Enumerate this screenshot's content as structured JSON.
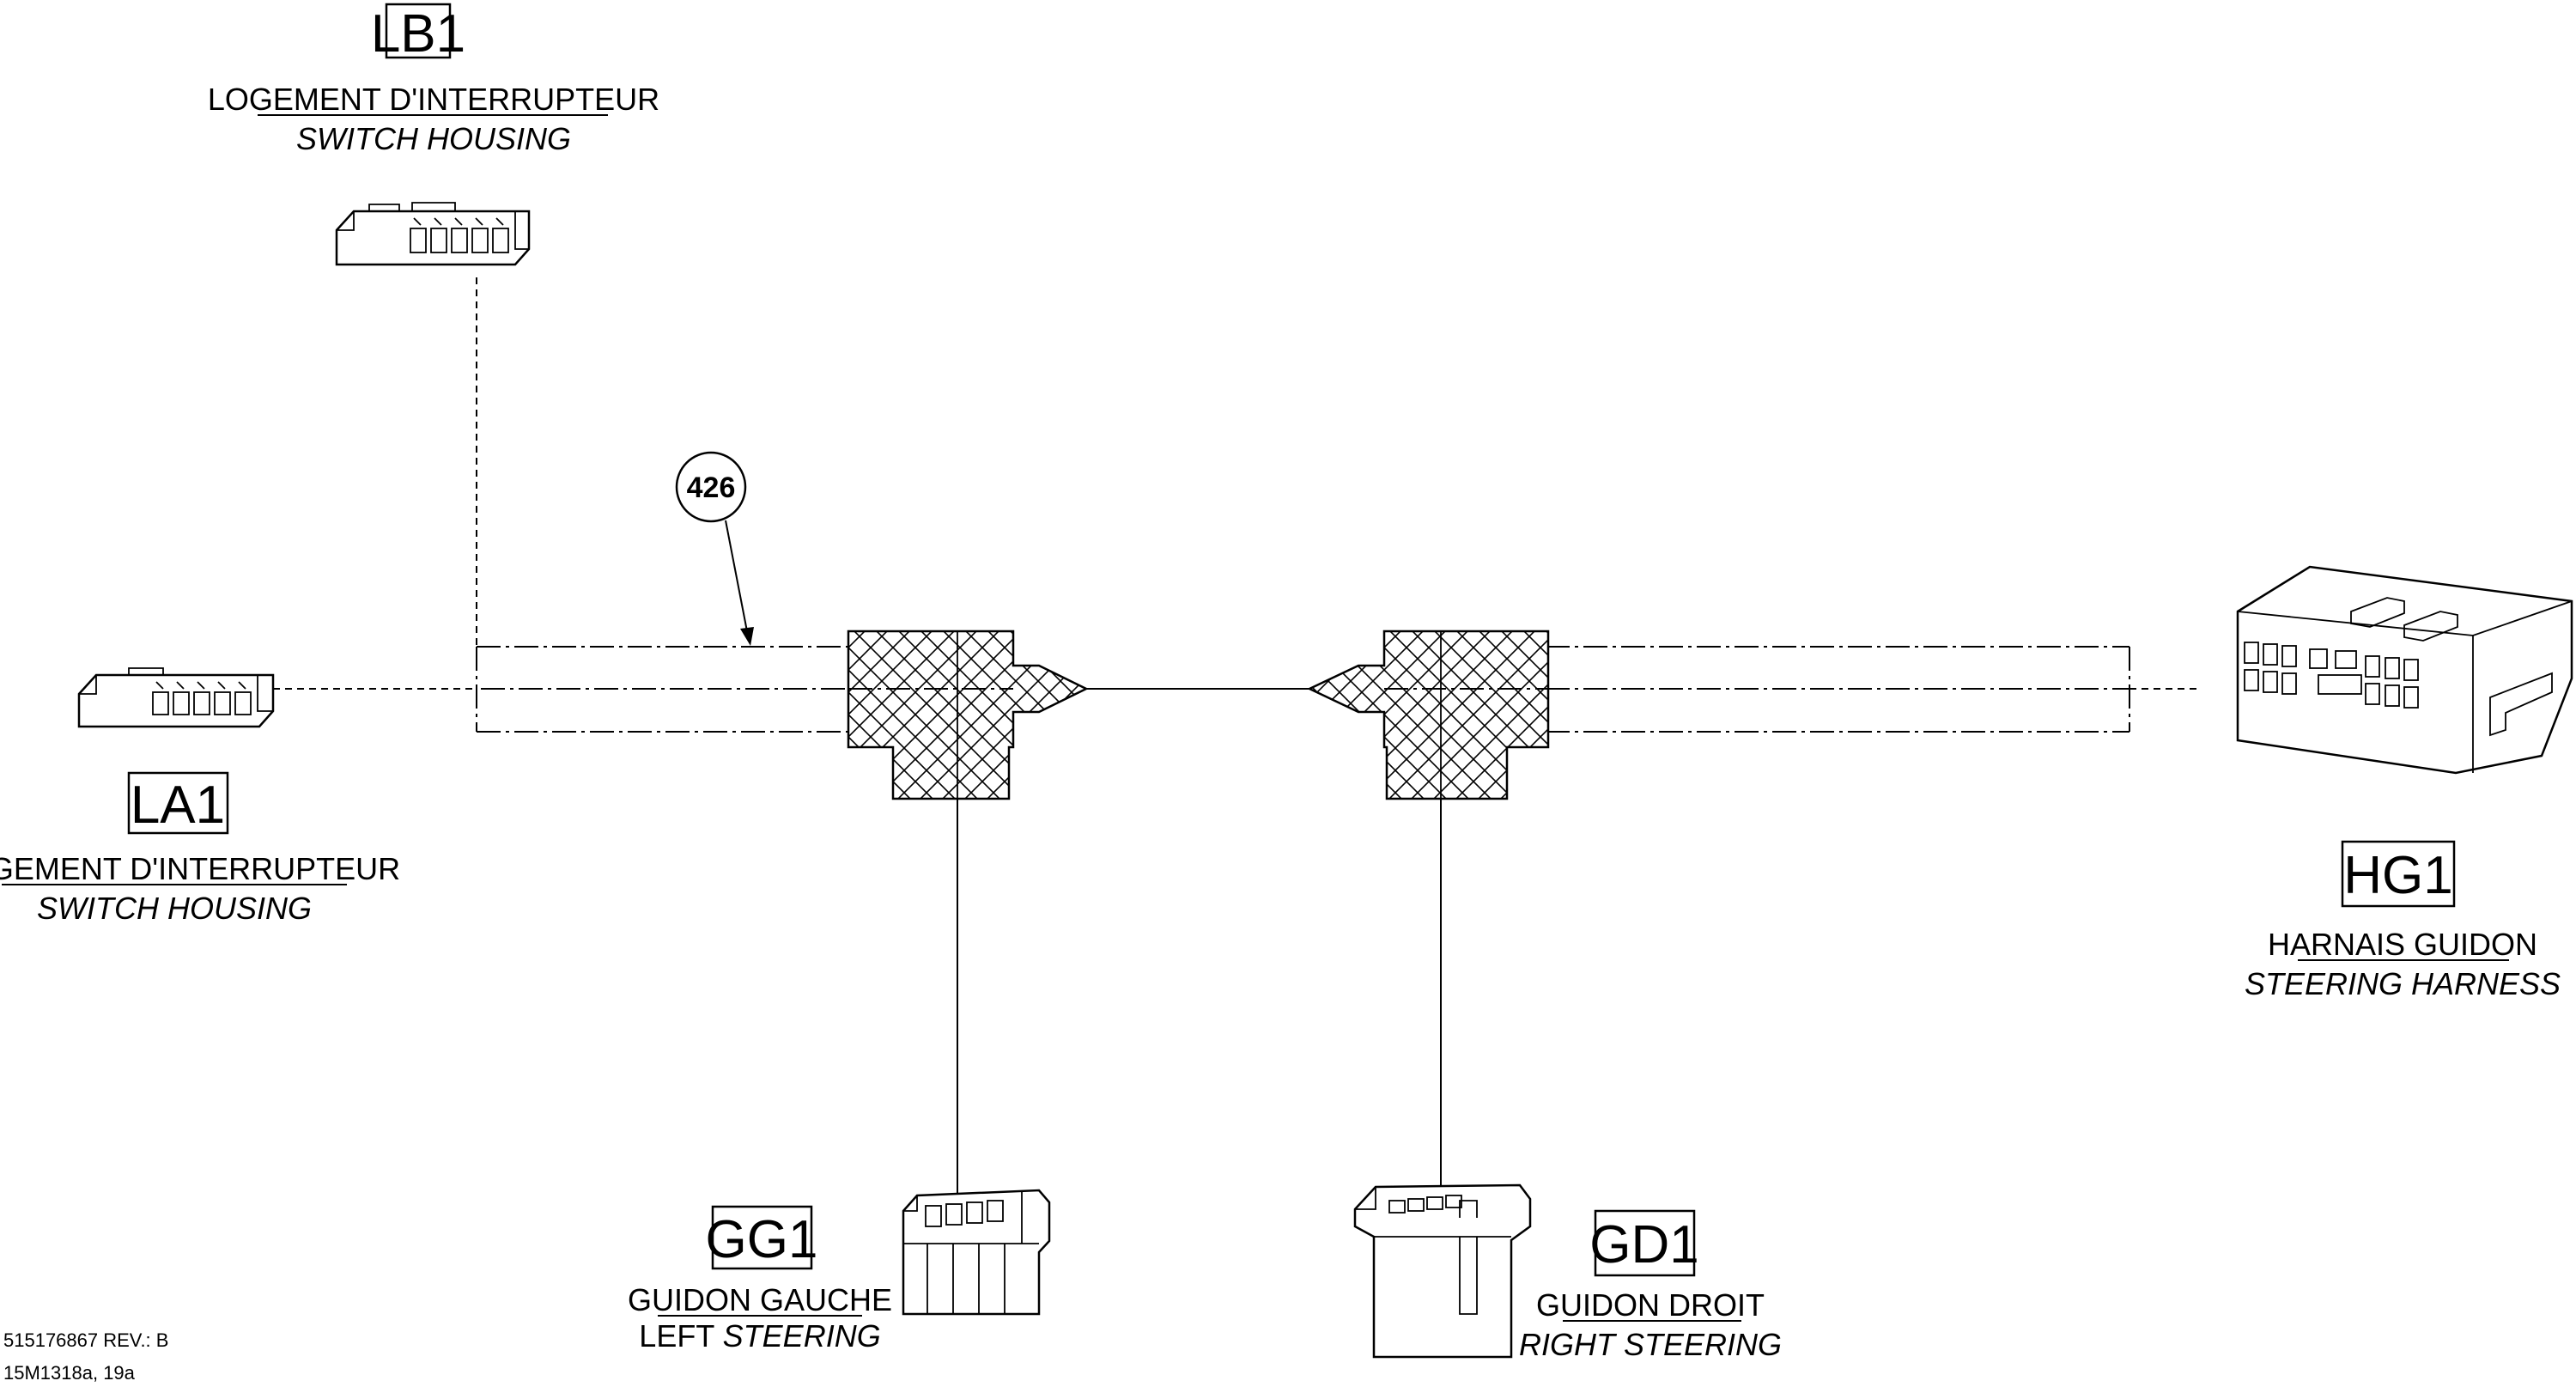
{
  "callout": {
    "number": "426"
  },
  "connectors": {
    "lb1": {
      "code": "LB1",
      "name_fr": "LOGEMENT D'INTERRUPTEUR",
      "name_en": "SWITCH HOUSING"
    },
    "la1": {
      "code": "LA1",
      "name_fr": "LOGEMENT D'INTERRUPTEUR",
      "name_en": "SWITCH HOUSING"
    },
    "hg1": {
      "code": "HG1",
      "name_fr": "HARNAIS GUIDON",
      "name_en": "STEERING HARNESS"
    },
    "gg1": {
      "code": "GG1",
      "name_fr": "GUIDON GAUCHE",
      "name_en_prefix": "LEFT ",
      "name_en": "STEERING"
    },
    "gd1": {
      "code": "GD1",
      "name_fr": "GUIDON DROIT",
      "name_en": "RIGHT STEERING"
    }
  },
  "footer": {
    "part_number": "515176867 REV.: B",
    "drawing_ref": "15M1318a, 19a"
  }
}
